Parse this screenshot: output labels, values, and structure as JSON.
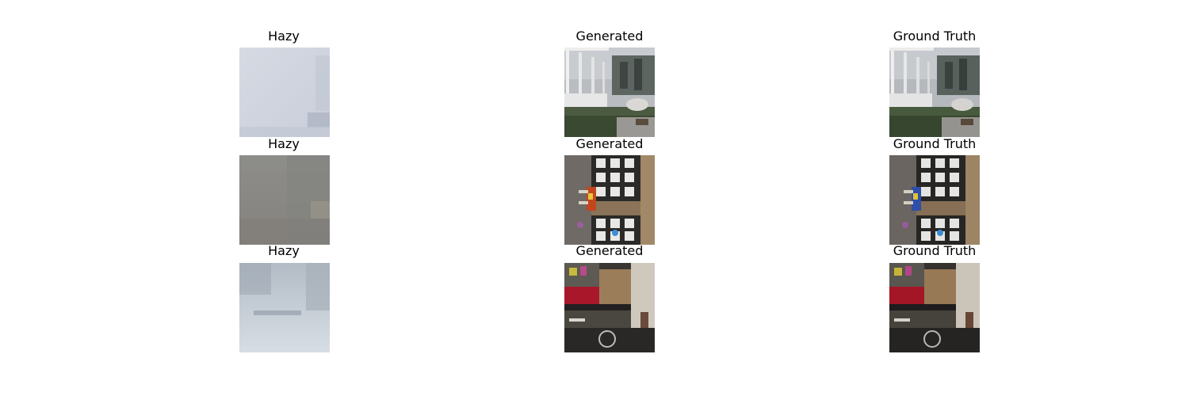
{
  "rows": [
    {
      "hazy_title": "Hazy",
      "generated_title": "Generated",
      "gt_title": "Ground Truth"
    },
    {
      "hazy_title": "Hazy",
      "generated_title": "Generated",
      "gt_title": "Ground Truth"
    },
    {
      "hazy_title": "Hazy",
      "generated_title": "Generated",
      "gt_title": "Ground Truth"
    }
  ]
}
